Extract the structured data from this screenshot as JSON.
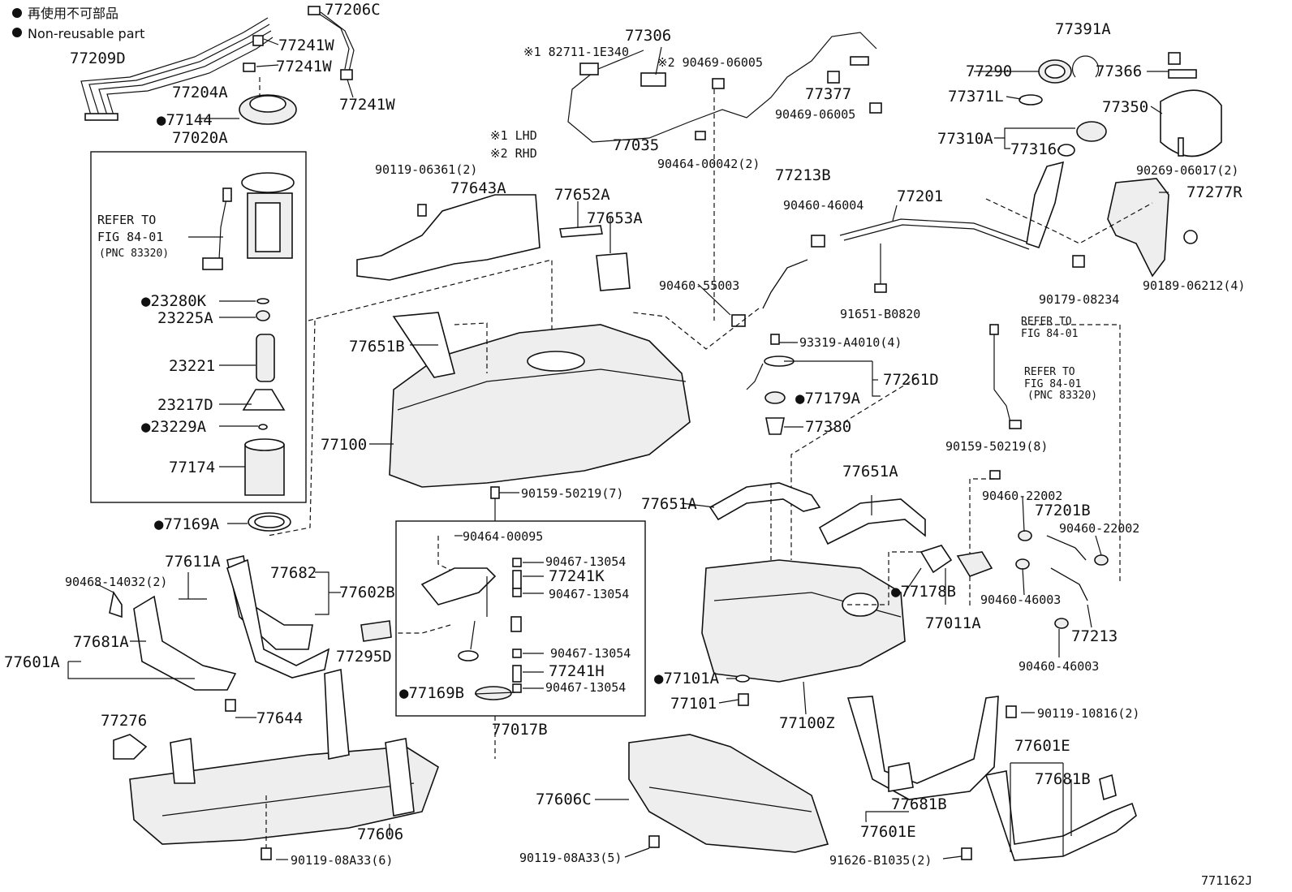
{
  "legend": {
    "jp": "再使用不可部品",
    "en": "Non-reusable part"
  },
  "figure_id": "771162J",
  "notes": {
    "lhd": "※1 LHD",
    "rhd": "※2 RHD"
  },
  "refer_a": [
    "REFER TO",
    "FIG 84-01",
    "(PNC 83320)"
  ],
  "refer_b": [
    "REFER TO",
    "FIG 84-01"
  ],
  "refer_c": [
    "REFER TO",
    "FIG 84-01",
    "(PNC 83320)"
  ],
  "labels": {
    "p77209D": "77209D",
    "p77204A": "77204A",
    "p77206C": "77206C",
    "p77241W_1": "77241W",
    "p77241W_2": "77241W",
    "p77241W_3": "77241W",
    "p77144": "●77144",
    "p77020A": "77020A",
    "p23280K": "●23280K",
    "p23225A": "23225A",
    "p23221": "23221",
    "p23217D": "23217D",
    "p23229A": "●23229A",
    "p77174": "77174",
    "p77169A": "●77169A",
    "p182711": "※1 82711-1E340",
    "p77306": "77306",
    "p90469_1": "※2 90469-06005",
    "p77377": "77377",
    "p90469_2": "90469-06005",
    "p77035": "77035",
    "p90464_42": "90464-00042(2)",
    "p77391A": "77391A",
    "p77290": "77290",
    "p77366": "77366",
    "p77371L": "77371L",
    "p77350": "77350",
    "p77310A": "77310A",
    "p77316": "77316",
    "p90269": "90269-06017(2)",
    "p77277R": "77277R",
    "p90119_06361": "90119-06361(2)",
    "p77643A": "77643A",
    "p77652A": "77652A",
    "p77653A": "77653A",
    "p77213B": "77213B",
    "p90460_46004": "90460-46004",
    "p77201": "77201",
    "p90460_55003": "90460-55003",
    "p91651": "91651-B0820",
    "p90179": "90179-08234",
    "p90189": "90189-06212(4)",
    "p77651B": "77651B",
    "p77100": "77100",
    "p93319": "93319-A4010(4)",
    "p77261D": "77261D",
    "p77179A": "●77179A",
    "p77380": "77380",
    "p90159_8": "90159-50219(8)",
    "p90159_7": "90159-50219(7)",
    "p77651A_1": "77651A",
    "p77651A_2": "77651A",
    "p90460_22002_1": "90460-22002",
    "p77201B": "77201B",
    "p90460_22002_2": "90460-22002",
    "p77178B": "●77178B",
    "p77011A": "77011A",
    "p90460_46003_1": "90460-46003",
    "p77213": "77213",
    "p90460_46003_2": "90460-46003",
    "p90464_95": "90464-00095",
    "p90467_1": "90467-13054",
    "p77241K": "77241K",
    "p90467_2": "90467-13054",
    "p90467_3": "90467-13054",
    "p77241H": "77241H",
    "p77169B": "●77169B",
    "p90467_4": "90467-13054",
    "p77017B": "77017B",
    "p77611A": "77611A",
    "p90468": "90468-14032(2)",
    "p77682": "77682",
    "p77602B": "77602B",
    "p77681A": "77681A",
    "p77601A": "77601A",
    "p77295D": "77295D",
    "p77644": "77644",
    "p77276": "77276",
    "p77606": "77606",
    "p90119_08A33_6": "90119-08A33(6)",
    "p77101A": "●77101A",
    "p77101": "77101",
    "p77100Z": "77100Z",
    "p90119_10816": "90119-10816(2)",
    "p77606C": "77606C",
    "p90119_08A33_5": "90119-08A33(5)",
    "p77681B_1": "77681B",
    "p77601E_1": "77601E",
    "p91626": "91626-B1035(2)",
    "p77601E_2": "77601E",
    "p77681B_2": "77681B"
  }
}
